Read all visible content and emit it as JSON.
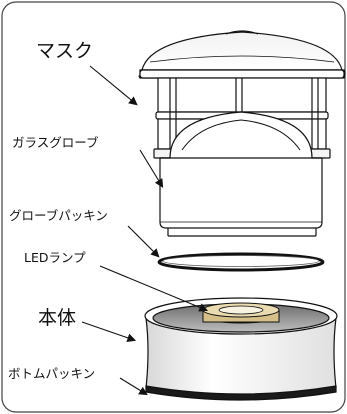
{
  "diagram": {
    "parts": [
      {
        "key": "mask",
        "label": "マスク"
      },
      {
        "key": "glass_globe",
        "label": "ガラスグローブ"
      },
      {
        "key": "globe_packing",
        "label": "グローブパッキン"
      },
      {
        "key": "led_lamp",
        "label": "LEDランプ"
      },
      {
        "key": "body",
        "label": "本体"
      },
      {
        "key": "bottom_packing",
        "label": "ボトムパッキン"
      }
    ]
  }
}
